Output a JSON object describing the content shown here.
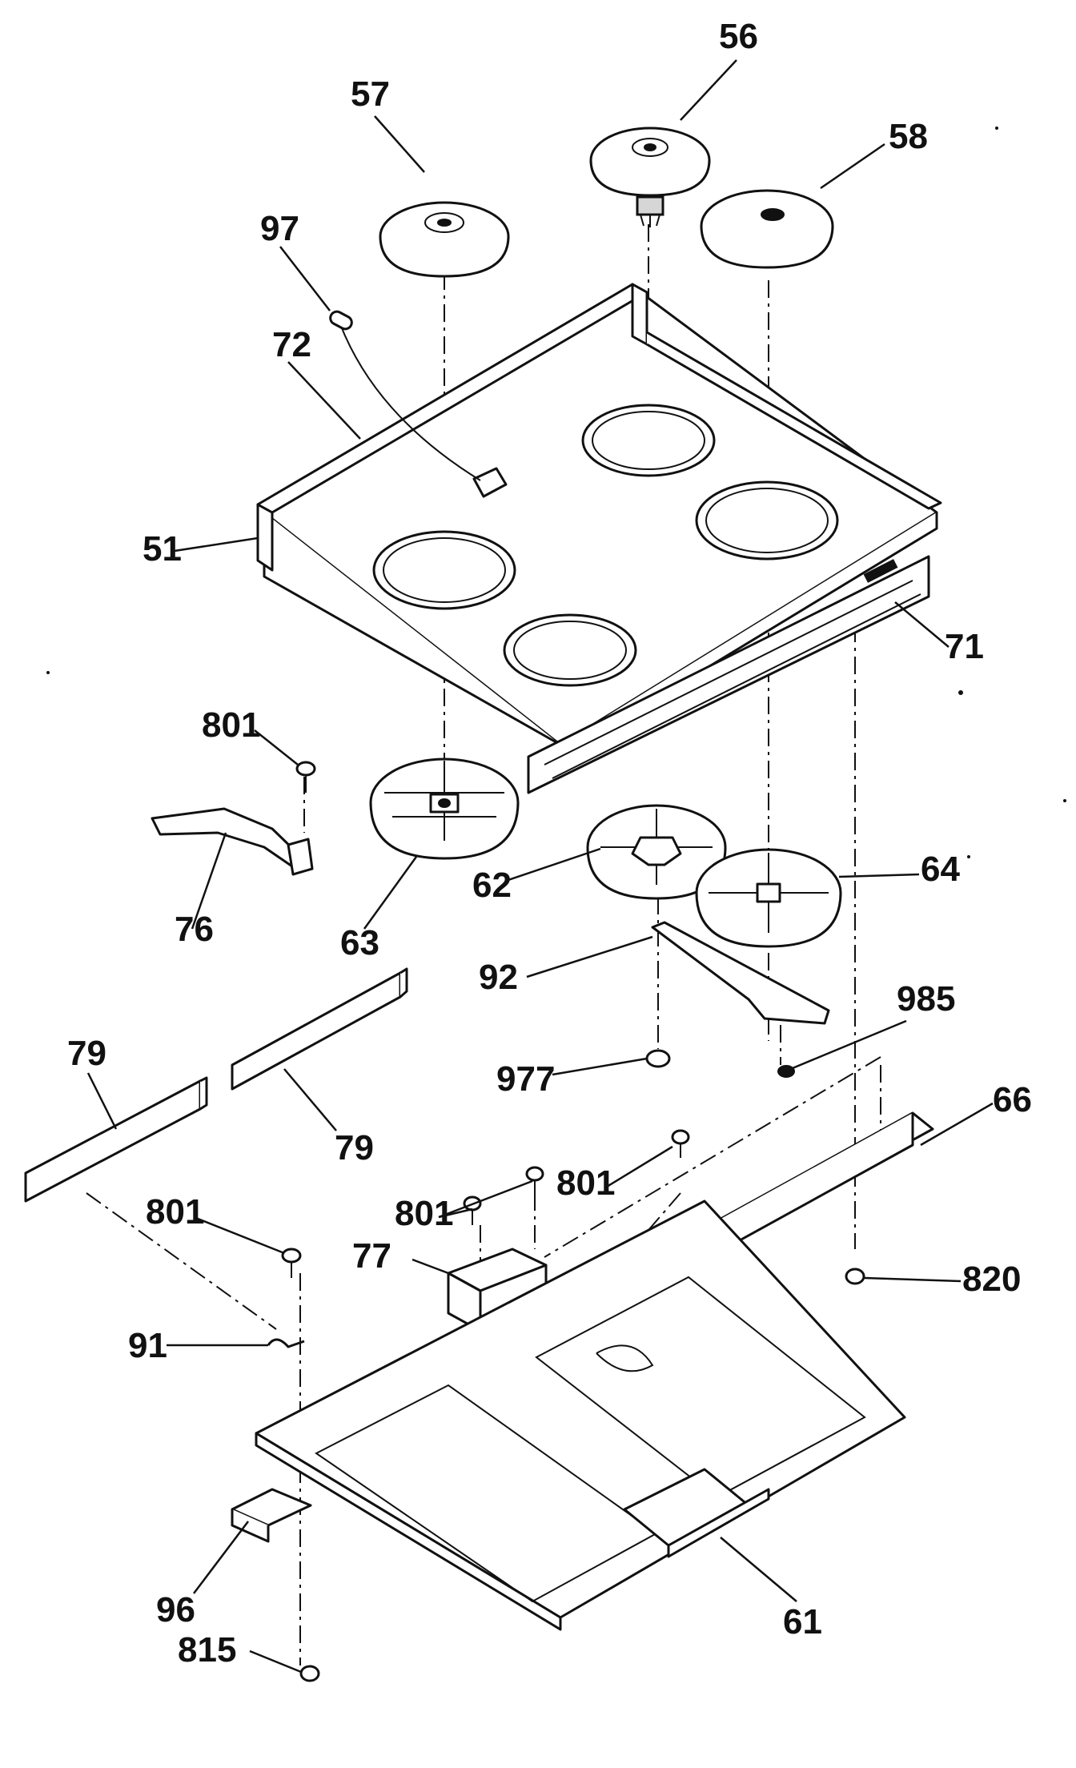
{
  "diagram": {
    "type": "exploded-parts-view",
    "callouts": [
      {
        "id": "57",
        "label": "57"
      },
      {
        "id": "56",
        "label": "56"
      },
      {
        "id": "58",
        "label": "58"
      },
      {
        "id": "97",
        "label": "97"
      },
      {
        "id": "72",
        "label": "72"
      },
      {
        "id": "51",
        "label": "51"
      },
      {
        "id": "71",
        "label": "71"
      },
      {
        "id": "801a",
        "label": "801"
      },
      {
        "id": "76",
        "label": "76"
      },
      {
        "id": "63",
        "label": "63"
      },
      {
        "id": "62",
        "label": "62"
      },
      {
        "id": "64",
        "label": "64"
      },
      {
        "id": "92",
        "label": "92"
      },
      {
        "id": "985",
        "label": "985"
      },
      {
        "id": "977",
        "label": "977"
      },
      {
        "id": "79a",
        "label": "79"
      },
      {
        "id": "79b",
        "label": "79"
      },
      {
        "id": "66",
        "label": "66"
      },
      {
        "id": "801b",
        "label": "801"
      },
      {
        "id": "801c",
        "label": "801"
      },
      {
        "id": "801d",
        "label": "801"
      },
      {
        "id": "77",
        "label": "77"
      },
      {
        "id": "820",
        "label": "820"
      },
      {
        "id": "91",
        "label": "91"
      },
      {
        "id": "96",
        "label": "96"
      },
      {
        "id": "61",
        "label": "61"
      },
      {
        "id": "815",
        "label": "815"
      }
    ]
  }
}
